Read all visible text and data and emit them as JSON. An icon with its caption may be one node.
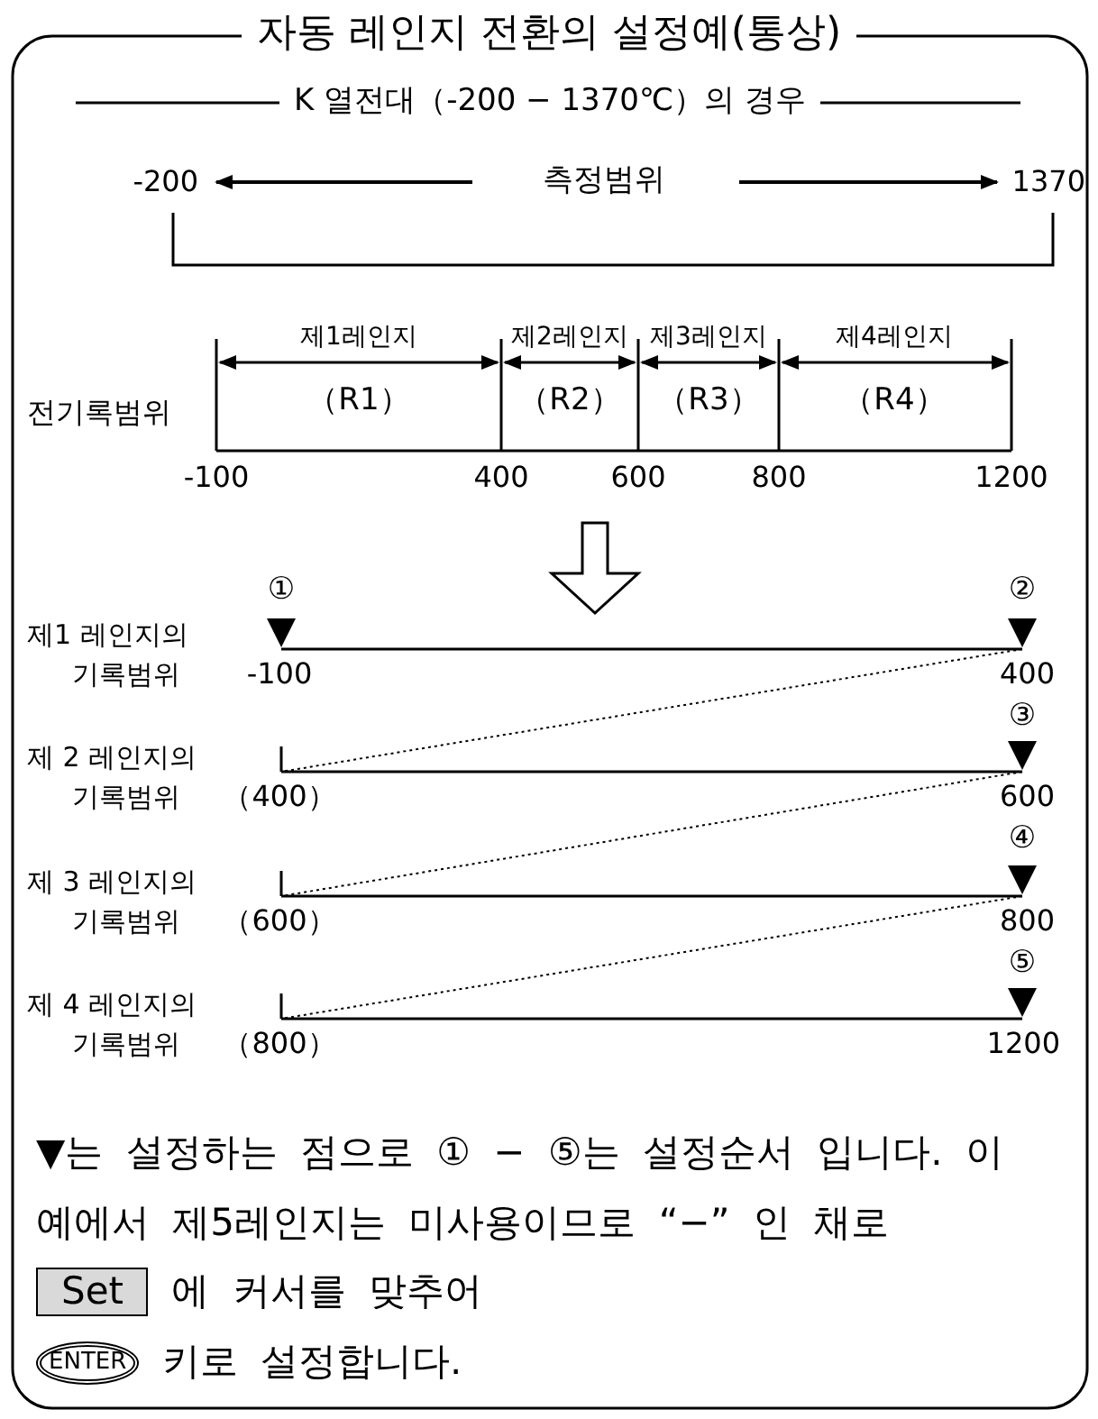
{
  "diagram": {
    "title": "자동 레인지 전환의 설정예(통상)",
    "nodes": [
      {
        "text": [],
        "shape": "triangle"
      },
      {
        "text": [],
        "shape": "triangle"
      },
      {
        "text": [],
        "shape": "bar"
      },
      {
        "text": [],
        "shape": "triangle"
      },
      {
        "text": [],
        "shape": "bar"
      },
      {
        "text": [],
        "shape": "triangle"
      },
      {
        "text": [],
        "shape": "bar"
      },
      {
        "text": [],
        "shape": "triangle"
      },
      {
        "text": [
          "Set"
        ]
      },
      {
        "text": [
          "ENTER"
        ]
      }
    ],
    "edges": [
      {
        "from": 0,
        "to": 1,
        "arrow": "none"
      },
      {
        "from": 1,
        "to": 2,
        "arrow": "none",
        "style": "dashed"
      },
      {
        "from": 2,
        "to": 3,
        "arrow": "none"
      },
      {
        "from": 3,
        "to": 4,
        "arrow": "none",
        "style": "dashed"
      },
      {
        "from": 4,
        "to": 5,
        "arrow": "none"
      },
      {
        "from": 5,
        "to": 6,
        "arrow": "none",
        "style": "dashed"
      },
      {
        "from": 6,
        "to": 7,
        "arrow": "none"
      }
    ],
    "labels": [
      "K 열전대（-200 − 1370℃）의 경우",
      "-200",
      "측정범위",
      "1370",
      "제1레인지",
      "제2레인지",
      "제3레인지",
      "제4레인지",
      "전기록범위",
      "（R1）",
      "（R2）",
      "（R3）",
      "（R4）",
      "-100",
      "400",
      "600",
      "800",
      "1200",
      "①",
      "②",
      "제1 레인지의 기록범위",
      "-100",
      "400",
      "③",
      "제 2 레인지의 기록범위",
      "（400）",
      "600",
      "④",
      "제 3 레인지의 기록범위",
      "（600）",
      "800",
      "⑤",
      "제 4 레인지의 기록범위",
      "（800）",
      "1200",
      "▼는 설정하는 점으로 ① − ⑤는 설정순서 입니다. 이 예에서 제5레인지는 미사용이므로 “−” 인 채로",
      "에 커서를 맞추어",
      "키로 설정합니다."
    ]
  }
}
